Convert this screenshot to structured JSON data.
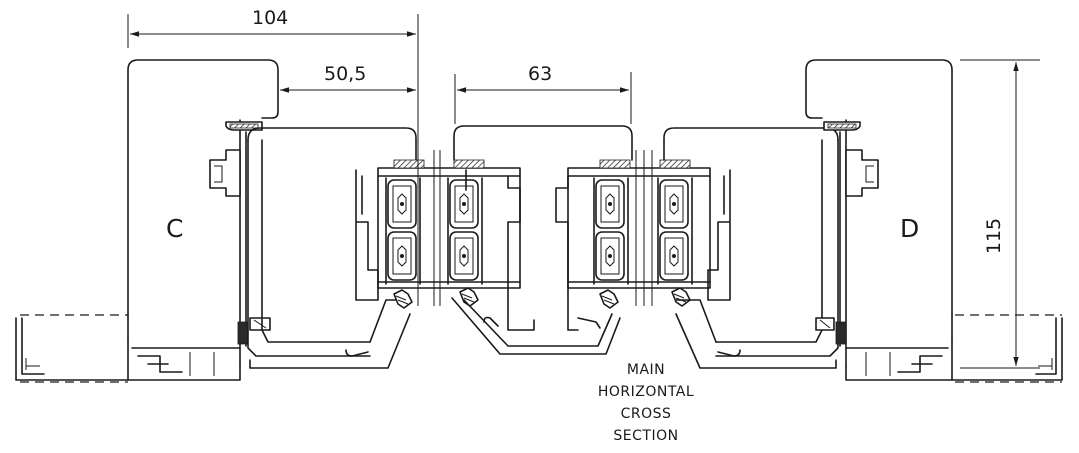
{
  "dimensions": {
    "overall_width": "104",
    "sash_offset": "50,5",
    "mullion_width": "63",
    "height": "115"
  },
  "labels": {
    "left_panel": "C",
    "right_panel": "D"
  },
  "caption": {
    "line1": "MAIN",
    "line2": "HORIZONTAL",
    "line3": "CROSS",
    "line4": "SECTION"
  }
}
